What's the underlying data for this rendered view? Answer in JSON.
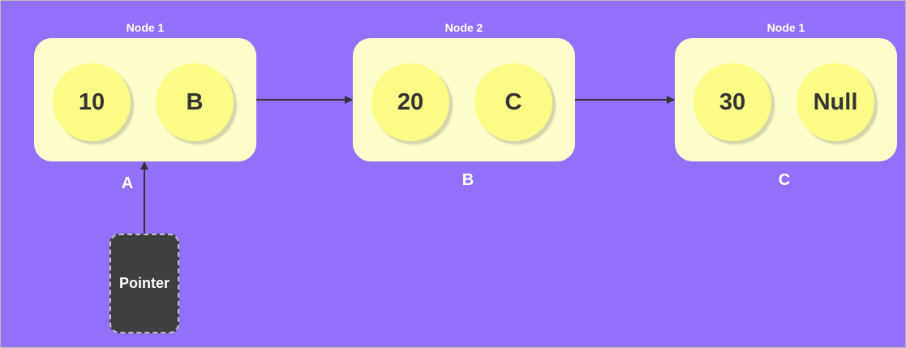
{
  "nodes": [
    {
      "title": "Node 1",
      "value": "10",
      "next": "B",
      "label": "A"
    },
    {
      "title": "Node 2",
      "value": "20",
      "next": "C",
      "label": "B"
    },
    {
      "title": "Node 1",
      "value": "30",
      "next": "Null",
      "label": "C"
    }
  ],
  "pointer": {
    "label": "Pointer"
  },
  "colors": {
    "background": "#9370fa",
    "node_box": "#fdfdcb",
    "cell": "#fbfb86",
    "pointer": "#3f3f3f",
    "arrow": "#333333"
  }
}
